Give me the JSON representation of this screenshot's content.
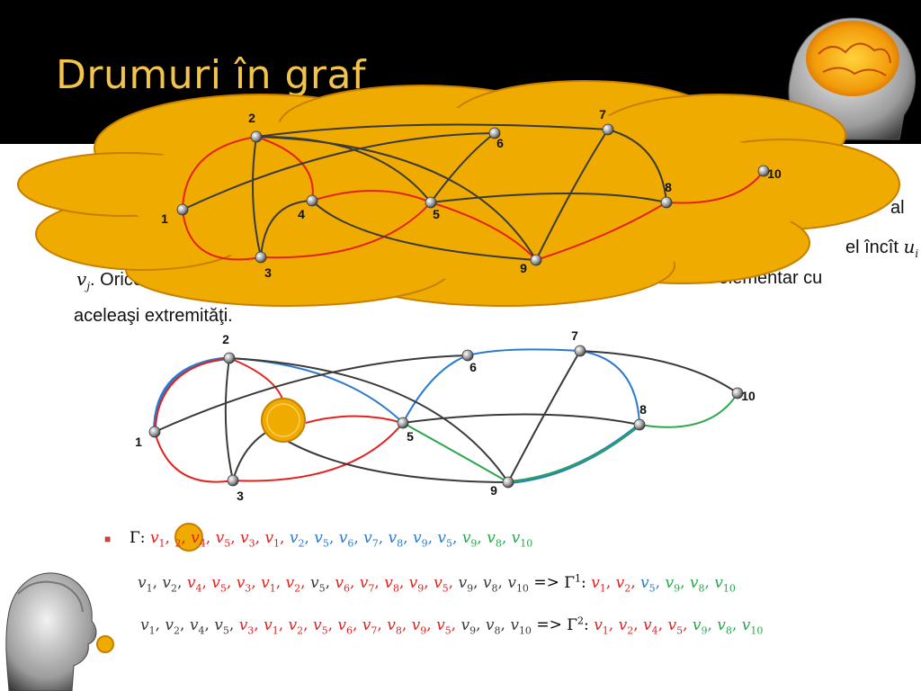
{
  "slide": {
    "title": "Drumuri în graf",
    "para": {
      "right1": "al",
      "right2_text": "el încît",
      "right2_math": "u",
      "right2_sub": "i",
      "right2_eq": "=",
      "left_math": "v",
      "left_sub": "j",
      "left_text": ". Orice",
      "right3": "n elementar cu",
      "line3": "aceleaşi extremităţi."
    }
  },
  "colors": {
    "red": "#e3211f",
    "blue": "#2a7ad0",
    "green": "#27a84a",
    "black": "#1a1a1a",
    "cloud": "#f0ab00",
    "cloud_stroke": "#c77f00",
    "title": "#f3c44a"
  },
  "graph_top": {
    "nodes": [
      {
        "id": "1",
        "label": "1"
      },
      {
        "id": "2",
        "label": "2"
      },
      {
        "id": "3",
        "label": "3"
      },
      {
        "id": "4",
        "label": "4"
      },
      {
        "id": "5",
        "label": "5"
      },
      {
        "id": "6",
        "label": "6"
      },
      {
        "id": "7",
        "label": "7"
      },
      {
        "id": "8",
        "label": "8"
      },
      {
        "id": "9",
        "label": "9"
      },
      {
        "id": "10",
        "label": "10"
      }
    ]
  },
  "graph_bottom": {
    "nodes": [
      {
        "id": "1",
        "label": "1"
      },
      {
        "id": "2",
        "label": "2"
      },
      {
        "id": "3",
        "label": "3"
      },
      {
        "id": "5",
        "label": "5"
      },
      {
        "id": "6",
        "label": "6"
      },
      {
        "id": "7",
        "label": "7"
      },
      {
        "id": "8",
        "label": "8"
      },
      {
        "id": "9",
        "label": "9"
      },
      {
        "id": "10",
        "label": "10"
      }
    ]
  },
  "sequences": {
    "gamma_symbol": "Γ:",
    "gamma1_symbol": "Γ",
    "gamma1_sup": "1",
    "gamma2_symbol": "Γ",
    "gamma2_sup": "2",
    "arrow": "=>",
    "line1": [
      {
        "t": "v",
        "s": "1",
        "c": "red"
      },
      {
        "t": "2",
        "s": "",
        "c": "red",
        "plain": true
      },
      {
        "t": "v",
        "s": "4",
        "c": "red"
      },
      {
        "t": "v",
        "s": "5",
        "c": "red"
      },
      {
        "t": "v",
        "s": "3",
        "c": "red"
      },
      {
        "t": "v",
        "s": "1",
        "c": "red"
      },
      {
        "t": "v",
        "s": "2",
        "c": "blue"
      },
      {
        "t": "v",
        "s": "5",
        "c": "blue"
      },
      {
        "t": "v",
        "s": "6",
        "c": "blue"
      },
      {
        "t": "v",
        "s": "7",
        "c": "blue"
      },
      {
        "t": "v",
        "s": "8",
        "c": "blue"
      },
      {
        "t": "v",
        "s": "9",
        "c": "blue"
      },
      {
        "t": "v",
        "s": "5",
        "c": "blue"
      },
      {
        "t": "v",
        "s": "9",
        "c": "green"
      },
      {
        "t": "v",
        "s": "8",
        "c": "green"
      },
      {
        "t": "v",
        "s": "10",
        "c": "green"
      }
    ],
    "line2_left": [
      {
        "t": "v",
        "s": "1",
        "c": "black"
      },
      {
        "t": "v",
        "s": "2",
        "c": "black"
      },
      {
        "t": "v",
        "s": "4",
        "c": "red"
      },
      {
        "t": "v",
        "s": "5",
        "c": "red"
      },
      {
        "t": "v",
        "s": "3",
        "c": "red"
      },
      {
        "t": "v",
        "s": "1",
        "c": "red"
      },
      {
        "t": "v",
        "s": "2",
        "c": "red"
      },
      {
        "t": "v",
        "s": "5",
        "c": "black"
      },
      {
        "t": "v",
        "s": "6",
        "c": "red"
      },
      {
        "t": "v",
        "s": "7",
        "c": "red"
      },
      {
        "t": "v",
        "s": "8",
        "c": "red"
      },
      {
        "t": "v",
        "s": "9",
        "c": "red"
      },
      {
        "t": "v",
        "s": "5",
        "c": "red"
      },
      {
        "t": "v",
        "s": "9",
        "c": "black"
      },
      {
        "t": "v",
        "s": "8",
        "c": "black"
      },
      {
        "t": "v",
        "s": "10",
        "c": "black"
      }
    ],
    "line2_right": [
      {
        "t": "v",
        "s": "1",
        "c": "red"
      },
      {
        "t": "v",
        "s": "2",
        "c": "red"
      },
      {
        "t": "v",
        "s": "5",
        "c": "blue"
      },
      {
        "t": "v",
        "s": "9",
        "c": "green"
      },
      {
        "t": "v",
        "s": "8",
        "c": "green"
      },
      {
        "t": "v",
        "s": "10",
        "c": "green"
      }
    ],
    "line3_left": [
      {
        "t": "v",
        "s": "1",
        "c": "black"
      },
      {
        "t": "v",
        "s": "2",
        "c": "black"
      },
      {
        "t": "v",
        "s": "4",
        "c": "black"
      },
      {
        "t": "v",
        "s": "5",
        "c": "black"
      },
      {
        "t": "v",
        "s": "3",
        "c": "red"
      },
      {
        "t": "v",
        "s": "1",
        "c": "red"
      },
      {
        "t": "v",
        "s": "2",
        "c": "red"
      },
      {
        "t": "v",
        "s": "5",
        "c": "red"
      },
      {
        "t": "v",
        "s": "6",
        "c": "red"
      },
      {
        "t": "v",
        "s": "7",
        "c": "red"
      },
      {
        "t": "v",
        "s": "8",
        "c": "red"
      },
      {
        "t": "v",
        "s": "9",
        "c": "red"
      },
      {
        "t": "v",
        "s": "5",
        "c": "red"
      },
      {
        "t": "v",
        "s": "9",
        "c": "black"
      },
      {
        "t": "v",
        "s": "8",
        "c": "black"
      },
      {
        "t": "v",
        "s": "10",
        "c": "black"
      }
    ],
    "line3_right": [
      {
        "t": "v",
        "s": "1",
        "c": "red"
      },
      {
        "t": "v",
        "s": "2",
        "c": "red"
      },
      {
        "t": "v",
        "s": "4",
        "c": "red"
      },
      {
        "t": "v",
        "s": "5",
        "c": "red"
      },
      {
        "t": "v",
        "s": "9",
        "c": "green"
      },
      {
        "t": "v",
        "s": "8",
        "c": "green"
      },
      {
        "t": "v",
        "s": "10",
        "c": "green"
      }
    ]
  }
}
